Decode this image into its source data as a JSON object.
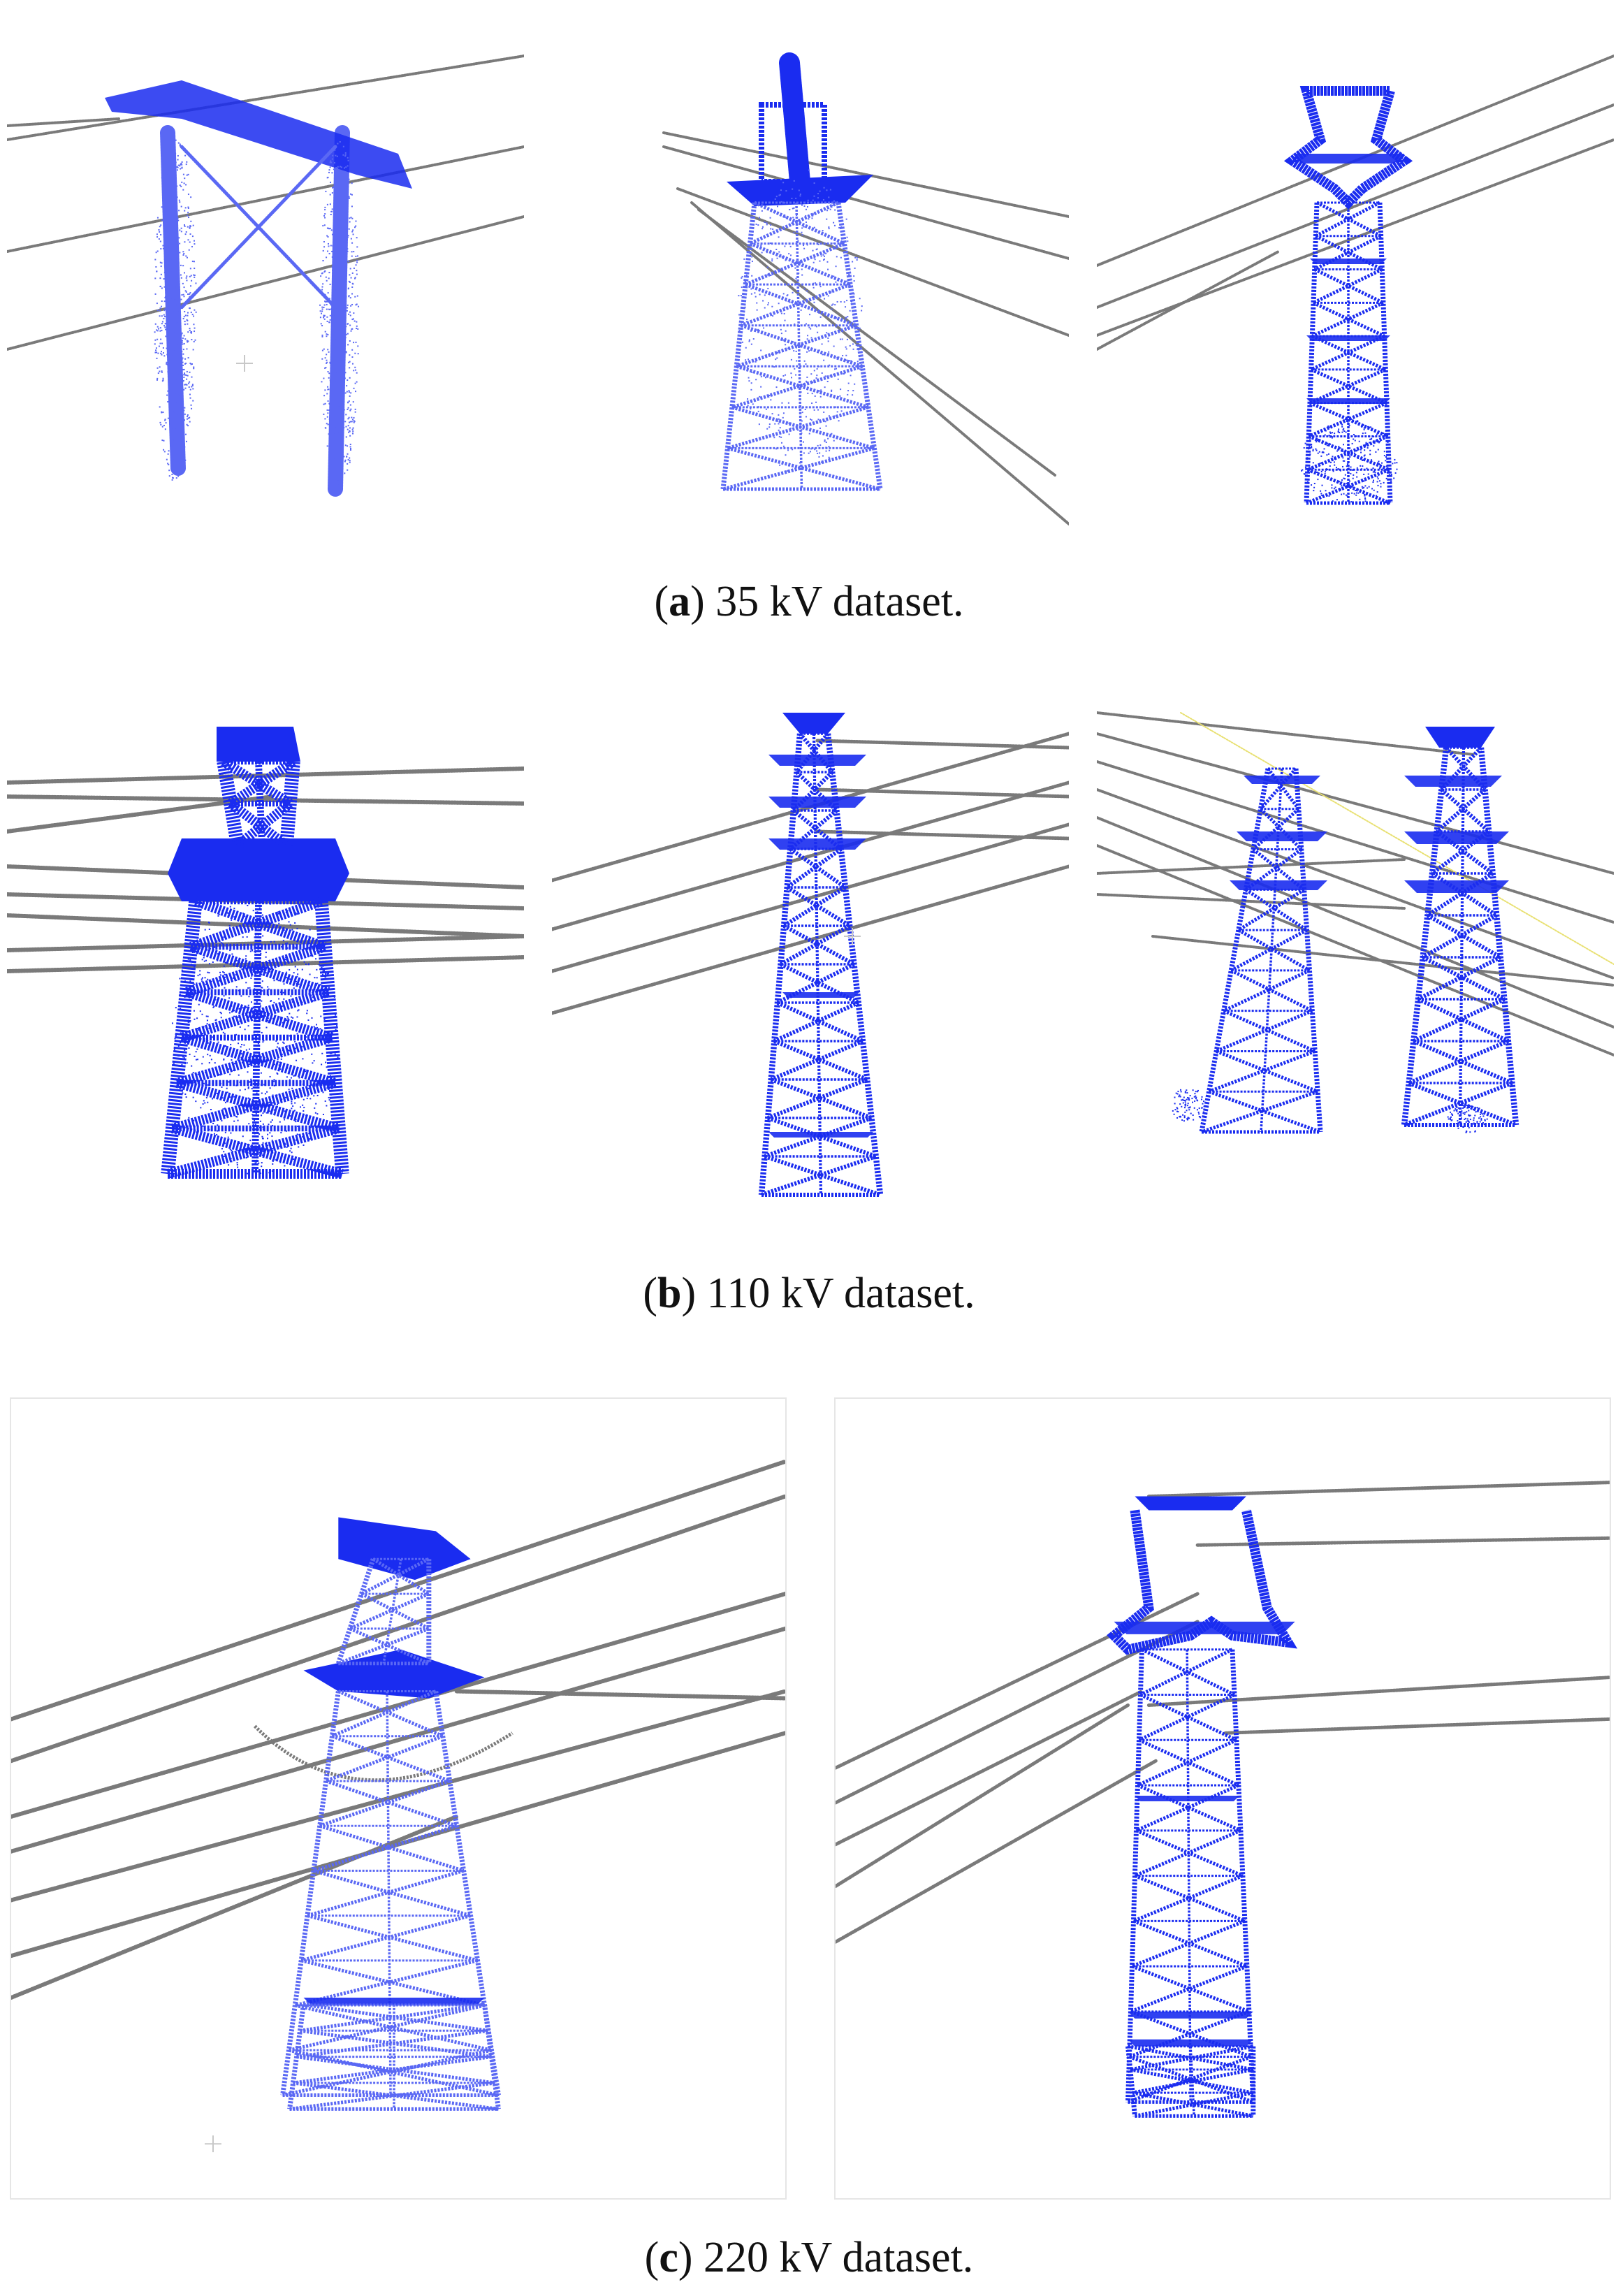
{
  "figure": {
    "rows": [
      {
        "id": "a",
        "letter": "a",
        "caption_text": " 35 kV dataset.",
        "panels": [
          {
            "name": "35kv-tower-1",
            "type": "h-frame-pole"
          },
          {
            "name": "35kv-tower-2",
            "type": "lattice-cup"
          },
          {
            "name": "35kv-tower-3",
            "type": "lattice-ring"
          }
        ]
      },
      {
        "id": "b",
        "letter": "b",
        "caption_text": " 110 kV dataset.",
        "panels": [
          {
            "name": "110kv-tower-1",
            "type": "dense-double-arm"
          },
          {
            "name": "110kv-tower-2",
            "type": "triple-arm"
          },
          {
            "name": "110kv-tower-3",
            "type": "twin-towers"
          }
        ]
      },
      {
        "id": "c",
        "letter": "c",
        "caption_text": " 220 kV dataset.",
        "panels": [
          {
            "name": "220kv-tower-1",
            "type": "double-arm-large"
          },
          {
            "name": "220kv-tower-2",
            "type": "cup-large"
          }
        ]
      }
    ],
    "colors": {
      "tower": "#1a2cf0",
      "tower_light": "#5a68f4",
      "wire": "#7a7a7a",
      "wire_light": "#a8a8a8",
      "accent_yellow": "#e8e070"
    }
  }
}
